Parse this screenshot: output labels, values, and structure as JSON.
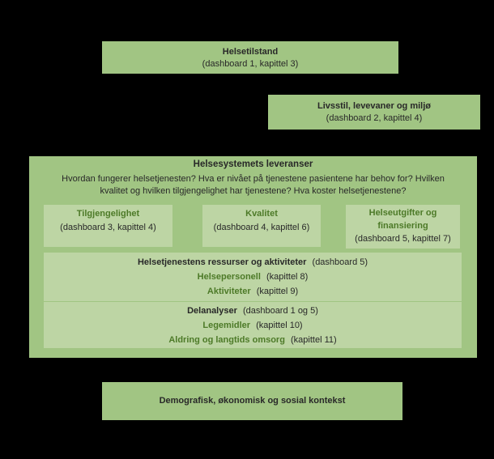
{
  "colors": {
    "background": "#000000",
    "box_green": "#A1C583",
    "inner_box_green": "#BDD5A4",
    "text_dark": "#282828",
    "text_green": "#4D7A28"
  },
  "boxes": {
    "helsetilstand": {
      "title": "Helsetilstand",
      "subtitle": "(dashboard 1, kapittel 3)"
    },
    "livsstil": {
      "title": "Livsstil, levevaner og miljø",
      "subtitle": "(dashboard 2, kapittel  4)"
    },
    "leveranser": {
      "title": "Helsesystemets  leveranser",
      "description_line1": "Hvordan fungerer helsetjenesten? Hva er nivået på tjenestene pasientene har behov for? Hvilken",
      "description_line2": "kvalitet og hvilken tilgjengelighet har tjenestene? Hva koster helsetjenestene?",
      "cards": [
        {
          "title": "Tilgjengelighet",
          "subtitle": "(dashboard 3, kapittel 4)"
        },
        {
          "title": "Kvalitet",
          "subtitle": "(dashboard 4, kapittel 6)"
        },
        {
          "title": "Helseutgifter  og finansiering",
          "subtitle": "(dashboard 5, kapittel 7)"
        }
      ],
      "ressurser": {
        "title": "Helsetjenestens  ressurser og aktiviteter",
        "title_note": "(dashboard 5)",
        "items": [
          {
            "label": "Helsepersonell",
            "note": "(kapittel 8)"
          },
          {
            "label": "Aktiviteter",
            "note": "(kapittel 9)"
          }
        ]
      },
      "delanalyser": {
        "title": "Delanalyser",
        "title_note": "(dashboard 1 og 5)",
        "items": [
          {
            "label": "Legemidler",
            "note": "(kapittel 10)"
          },
          {
            "label": "Aldring og langtids omsorg",
            "note": "(kapittel 11)"
          }
        ]
      }
    },
    "kontekst": {
      "title": "Demografisk, økonomisk  og sosial kontekst"
    }
  }
}
